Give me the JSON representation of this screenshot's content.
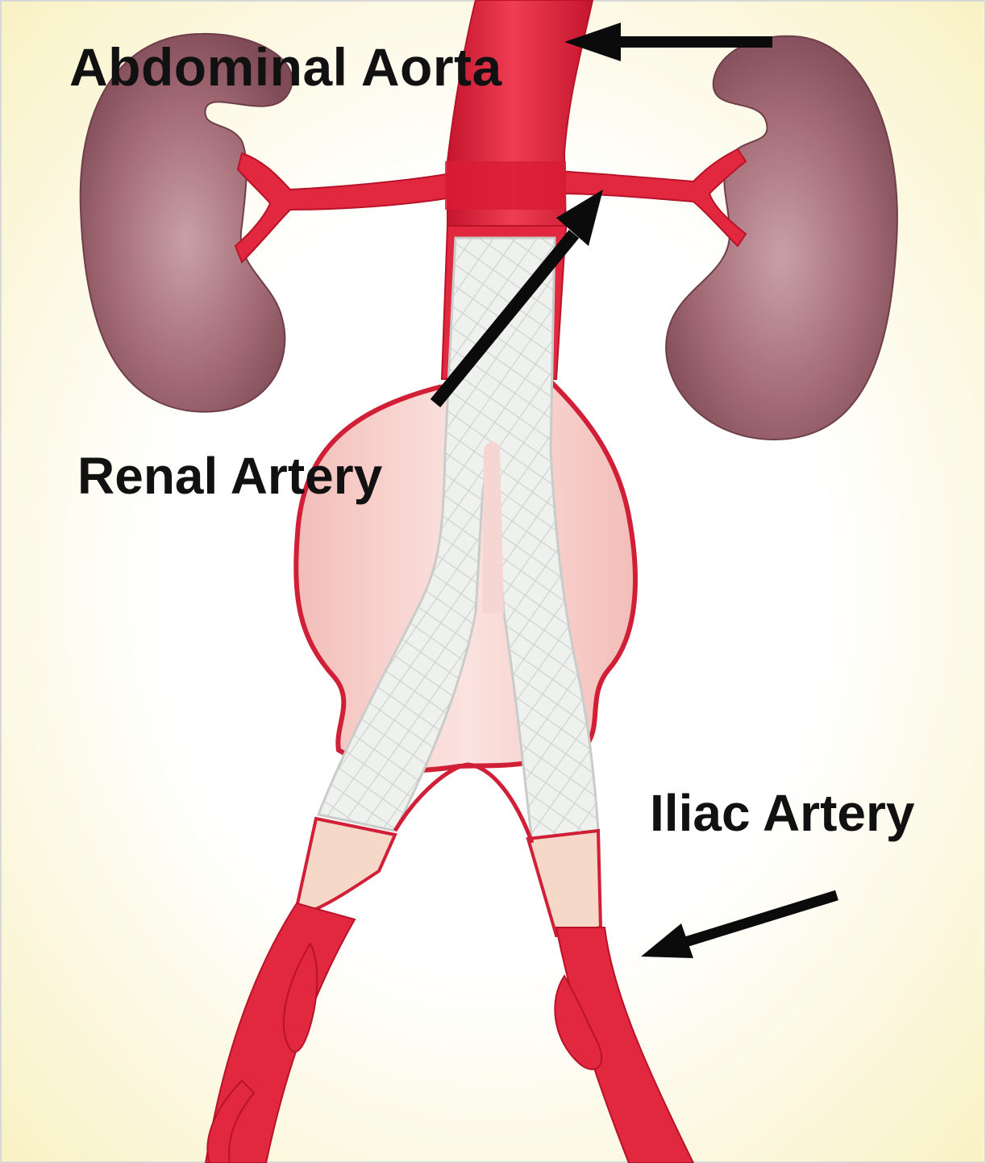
{
  "labels": {
    "abdominal_aorta": "Abdominal Aorta",
    "renal_artery": "Renal Artery",
    "iliac_artery": "Iliac Artery"
  },
  "colors": {
    "background_top": "#fbf5c9",
    "background_center": "#ffffff",
    "artery_red": "#e2283e",
    "artery_dark": "#c0162c",
    "aneurysm_fill": "#f7d2cf",
    "stent_fill": "#eef0ee",
    "kidney_fill": "#9e6570",
    "kidney_highlight": "#c99aa2",
    "arrow_black": "#0b0b0b"
  }
}
